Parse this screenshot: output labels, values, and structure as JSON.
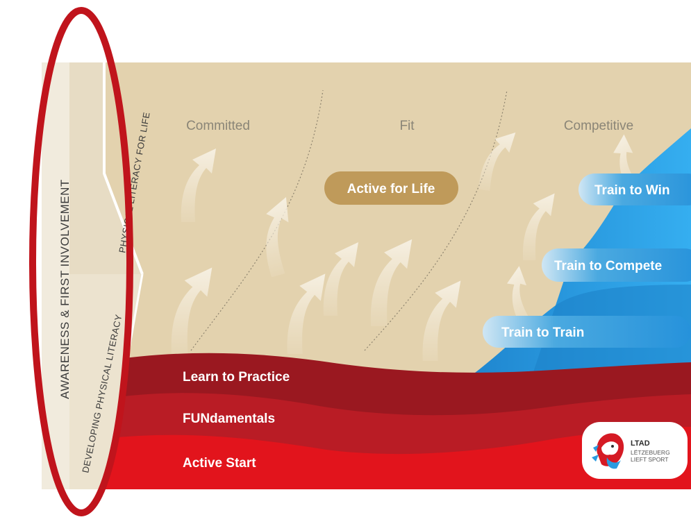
{
  "colors": {
    "beige": "#e3d2ae",
    "sidebar_light": "#f1ebdd",
    "sidebar_mid": "#e7dcc4",
    "red_dark": "#9a1820",
    "red_mid": "#b91c25",
    "red_bright": "#e2141c",
    "blue": "#2a9be0",
    "gold_pill": "#bf9a5a",
    "oval": "#c0141c"
  },
  "sidebar": {
    "outer_label": "AWARENESS & FIRST INVOLVEMENT",
    "upper_label": "PHYSICAL LITERACY FOR LIFE",
    "lower_label": "DEVELOPING PHYSICAL LITERACY"
  },
  "zones": {
    "committed": "Committed",
    "fit": "Fit",
    "competitive": "Competitive"
  },
  "stages": {
    "active_for_life": "Active for Life",
    "train_to_win": "Train to Win",
    "train_to_compete": "Train to Compete",
    "train_to_train": "Train to Train",
    "learn_to_practice": "Learn to Practice",
    "fundamentals": "FUNdamentals",
    "active_start": "Active Start"
  },
  "logo": {
    "title": "LTAD",
    "line1": "LËTZEBUERG",
    "line2": "LIEFT SPORT"
  },
  "icons": {
    "arrow": "curved-arrow-icon",
    "lion": "lion-logo-icon"
  }
}
